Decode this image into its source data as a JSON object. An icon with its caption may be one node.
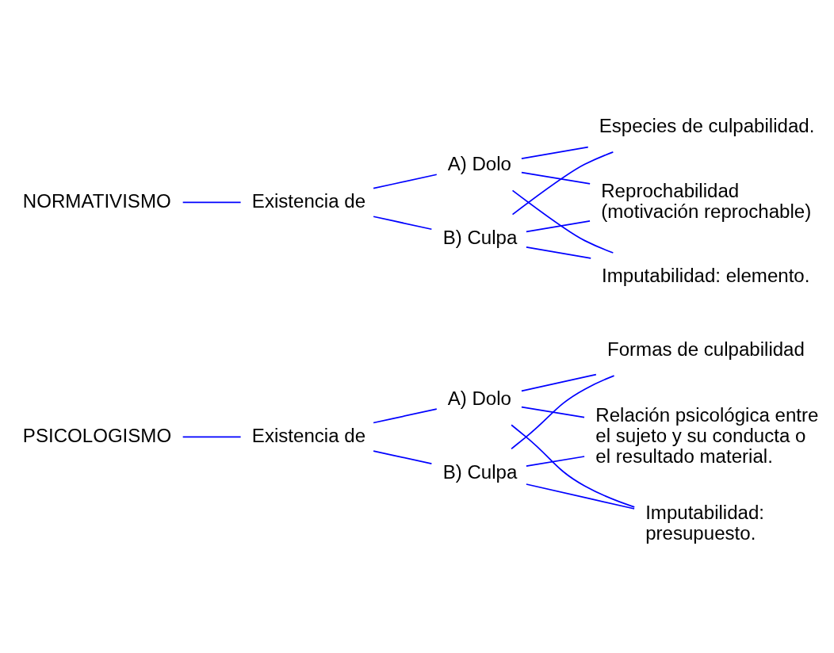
{
  "diagram": {
    "nodes": [
      {
        "text": [
          "PSICOLOGISMO"
        ]
      },
      {
        "text": [
          "Existencia de"
        ]
      },
      {
        "text": [
          "A) Dolo"
        ]
      },
      {
        "text": [
          "B) Culpa"
        ]
      },
      {
        "text": [
          "Formas de culpabilidad"
        ]
      },
      {
        "text": [
          "Relación psicológica entre el sujeto y su conducta o el resultado material."
        ]
      },
      {
        "text": [
          "Imputabilidad: presupuesto."
        ]
      },
      {
        "text": [
          "NORMATIVISMO"
        ]
      },
      {
        "text": [
          "Existencia de"
        ]
      },
      {
        "text": [
          "A) Dolo"
        ]
      },
      {
        "text": [
          "B) Culpa"
        ]
      },
      {
        "text": [
          "Especies de culpabilidad."
        ]
      },
      {
        "text": [
          "Reprochabilidad (motivación reprochable)"
        ]
      },
      {
        "text": [
          "Imputabilidad: elemento."
        ]
      }
    ],
    "edges": [
      {
        "from": 0,
        "to": 1,
        "arrow": "none",
        "color": "#0000ff"
      },
      {
        "from": 1,
        "to": 2,
        "arrow": "none",
        "color": "#0000ff"
      },
      {
        "from": 1,
        "to": 3,
        "arrow": "none",
        "color": "#0000ff"
      },
      {
        "from": 2,
        "to": 4,
        "arrow": "none",
        "color": "#0000ff"
      },
      {
        "from": 2,
        "to": 5,
        "arrow": "none",
        "color": "#0000ff"
      },
      {
        "from": 2,
        "to": 6,
        "arrow": "none",
        "color": "#0000ff"
      },
      {
        "from": 3,
        "to": 4,
        "arrow": "none",
        "color": "#0000ff"
      },
      {
        "from": 3,
        "to": 5,
        "arrow": "none",
        "color": "#0000ff"
      },
      {
        "from": 3,
        "to": 6,
        "arrow": "none",
        "color": "#0000ff"
      },
      {
        "from": 7,
        "to": 8,
        "arrow": "none",
        "color": "#0000ff"
      },
      {
        "from": 8,
        "to": 9,
        "arrow": "none",
        "color": "#0000ff"
      },
      {
        "from": 8,
        "to": 10,
        "arrow": "none",
        "color": "#0000ff"
      },
      {
        "from": 9,
        "to": 11,
        "arrow": "none",
        "color": "#0000ff"
      },
      {
        "from": 9,
        "to": 12,
        "arrow": "none",
        "color": "#0000ff"
      },
      {
        "from": 9,
        "to": 13,
        "arrow": "none",
        "color": "#0000ff"
      },
      {
        "from": 10,
        "to": 11,
        "arrow": "none",
        "color": "#0000ff"
      },
      {
        "from": 10,
        "to": 12,
        "arrow": "none",
        "color": "#0000ff"
      },
      {
        "from": 10,
        "to": 13,
        "arrow": "none",
        "color": "#0000ff"
      }
    ]
  }
}
